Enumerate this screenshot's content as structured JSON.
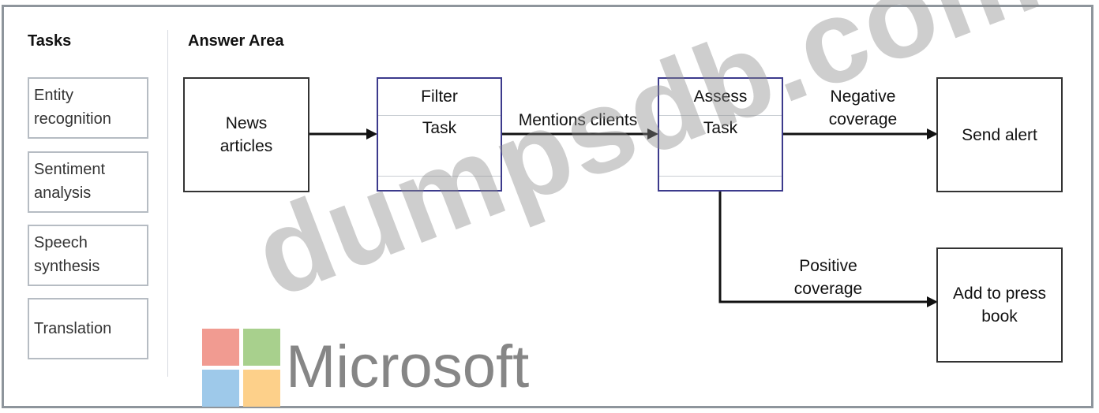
{
  "tasks_panel": {
    "heading": "Tasks",
    "items": [
      {
        "line1": "Entity",
        "line2": "recognition"
      },
      {
        "line1": "Sentiment",
        "line2": "analysis"
      },
      {
        "line1": "Speech",
        "line2": "synthesis"
      },
      {
        "line1": "Translation",
        "line2": ""
      }
    ]
  },
  "answer_area": {
    "heading": "Answer Area",
    "nodes": {
      "news": {
        "line1": "News",
        "line2": "articles"
      },
      "filter": {
        "title": "Filter",
        "slot": "Task"
      },
      "assess": {
        "title": "Assess",
        "slot": "Task"
      },
      "alert": {
        "label": "Send alert"
      },
      "press": {
        "line1": "Add to press",
        "line2": "book"
      }
    },
    "edges": {
      "mentions": "Mentions clients",
      "negative": {
        "line1": "Negative",
        "line2": "coverage"
      },
      "positive": {
        "line1": "Positive",
        "line2": "coverage"
      }
    }
  },
  "watermark": {
    "text": "dumpsdb.com"
  },
  "logo": {
    "text": "Microsoft",
    "colors": {
      "red": "#f19b91",
      "green": "#a8d08d",
      "blue": "#9ec9ea",
      "yellow": "#fdd08a"
    }
  },
  "colors": {
    "frame": "#8e959c",
    "process_border": "#3c3a8c",
    "arrow": "#111111"
  }
}
